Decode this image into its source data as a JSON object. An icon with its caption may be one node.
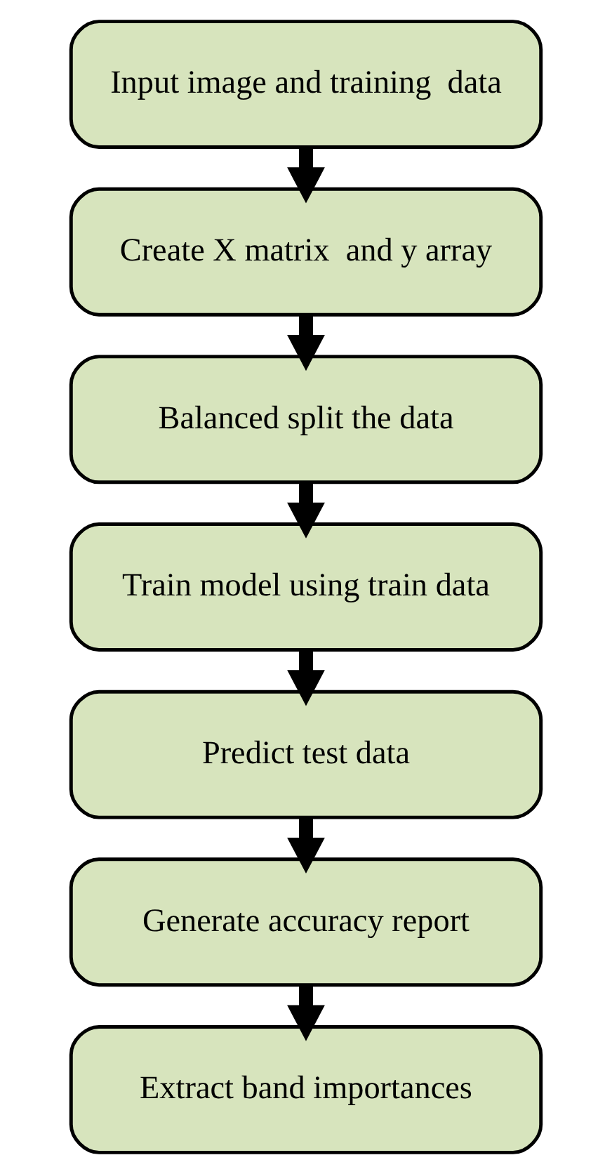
{
  "diagram": {
    "nodes": [
      {
        "text": [
          "Input image and training  data"
        ]
      },
      {
        "text": [
          "Create X matrix  and y array"
        ]
      },
      {
        "text": [
          "Balanced split the data"
        ]
      },
      {
        "text": [
          "Train model using train data"
        ]
      },
      {
        "text": [
          "Predict test data"
        ]
      },
      {
        "text": [
          "Generate accuracy report"
        ]
      },
      {
        "text": [
          "Extract band importances"
        ]
      }
    ],
    "edges": [
      {
        "from": 0,
        "to": 1,
        "arrow": "to"
      },
      {
        "from": 1,
        "to": 2,
        "arrow": "to"
      },
      {
        "from": 2,
        "to": 3,
        "arrow": "to"
      },
      {
        "from": 3,
        "to": 4,
        "arrow": "to"
      },
      {
        "from": 4,
        "to": 5,
        "arrow": "to"
      },
      {
        "from": 5,
        "to": 6,
        "arrow": "to"
      }
    ]
  }
}
